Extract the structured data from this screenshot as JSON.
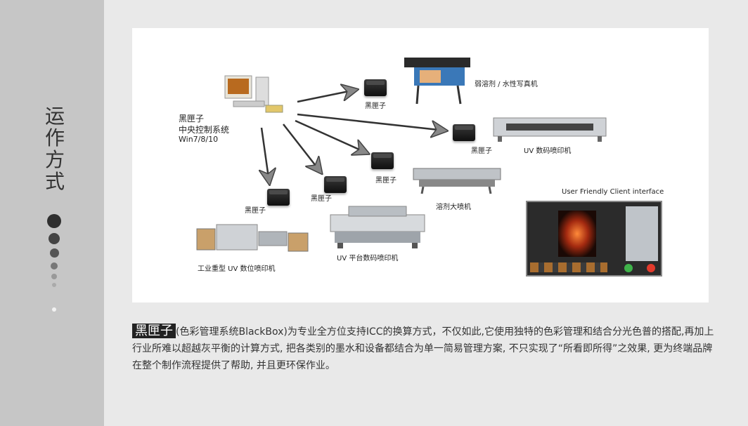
{
  "sidebar": {
    "title_chars": [
      "运",
      "作",
      "方",
      "式"
    ]
  },
  "diagram": {
    "center_label_1": "黑匣子",
    "center_label_2": "中央控制系统",
    "center_label_3": "Win7/8/10",
    "box_label": "黑匣子",
    "devices": {
      "weak_solvent": "弱溶剂 / 水性写真机",
      "uv_digital": "UV 数码喷印机",
      "solvent_large": "溶剂大喷机",
      "uv_flatbed": "UV 平台数码喷印机",
      "industrial_uv": "工业重型 UV 数位喷印机"
    },
    "client_label": "User Friendly Client interface"
  },
  "description": {
    "brand": "黑匣子",
    "text": "(色彩管理系统BlackBox)为专业全方位支持ICC的换算方式，不仅如此,它使用独特的色彩管理和结合分光色普的搭配,再加上行业所难以超越灰平衡的计算方式, 把各类别的墨水和设备都结合为单一简易管理方案, 不只实现了“所看即所得”之效果, 更为终端品牌在整个制作流程提供了帮助, 并且更环保作业。"
  },
  "colors": {
    "sidebar_bg": "#c6c6c6",
    "page_bg": "#e9e9e9",
    "panel_bg": "#ffffff",
    "brand_bg": "#222222"
  }
}
